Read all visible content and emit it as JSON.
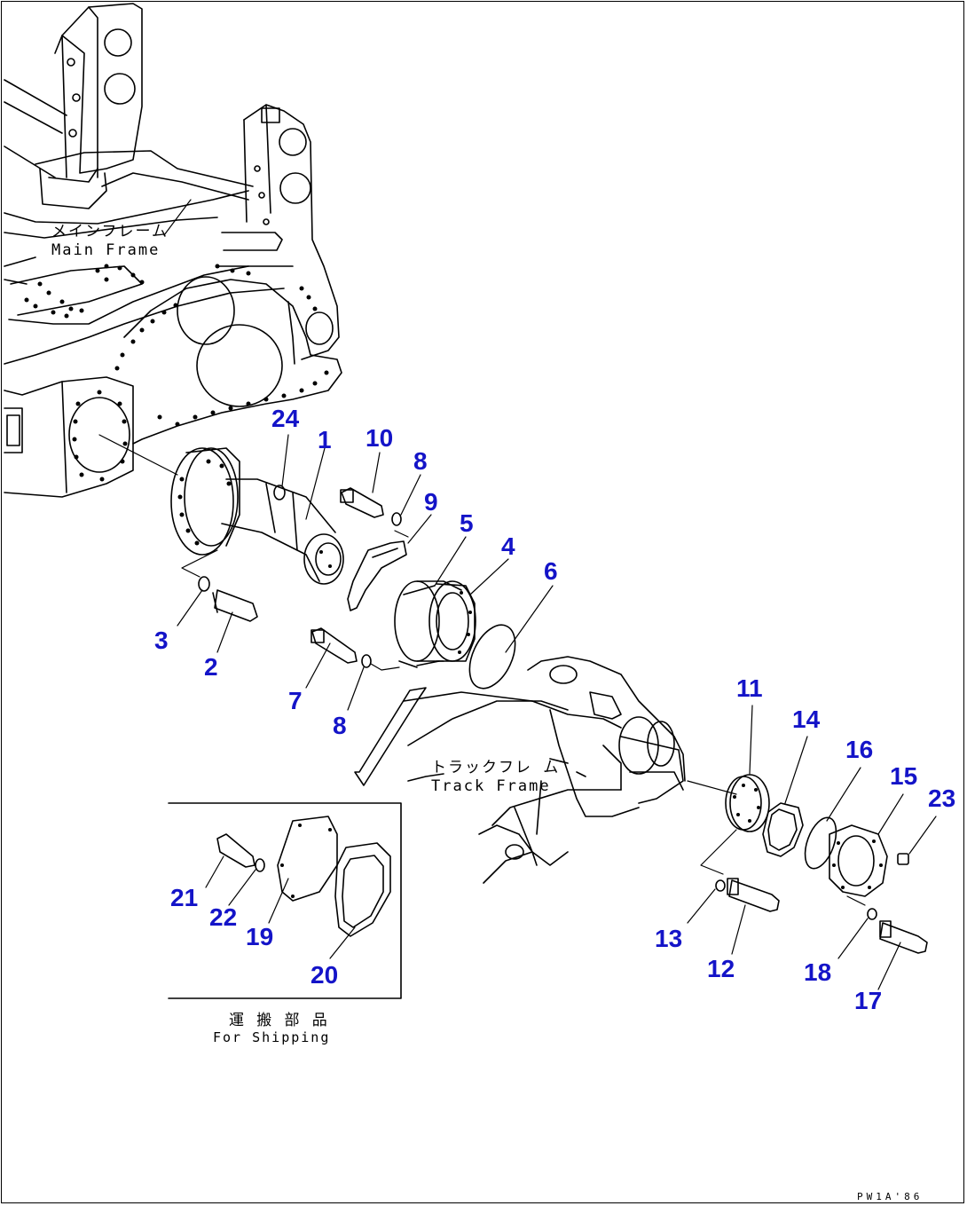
{
  "label_color": "#1414c8",
  "line_color": "#000000",
  "parts": [
    {
      "id": "1"
    },
    {
      "id": "2"
    },
    {
      "id": "3"
    },
    {
      "id": "4"
    },
    {
      "id": "5"
    },
    {
      "id": "6"
    },
    {
      "id": "7"
    },
    {
      "id": "8"
    },
    {
      "id": "8"
    },
    {
      "id": "9"
    },
    {
      "id": "10"
    },
    {
      "id": "11"
    },
    {
      "id": "12"
    },
    {
      "id": "13"
    },
    {
      "id": "14"
    },
    {
      "id": "15"
    },
    {
      "id": "16"
    },
    {
      "id": "17"
    },
    {
      "id": "18"
    },
    {
      "id": "19"
    },
    {
      "id": "20"
    },
    {
      "id": "21"
    },
    {
      "id": "22"
    },
    {
      "id": "23"
    },
    {
      "id": "24"
    }
  ],
  "captions": {
    "main_frame_jp": "メインフレーム",
    "main_frame_en": "Main Frame",
    "track_frame_jp": "トラックフレ ム",
    "track_frame_en": "Track Frame",
    "shipping_jp": "運 搬 部 品",
    "shipping_en": "For Shipping"
  },
  "drawing_code": "PW1A'86"
}
